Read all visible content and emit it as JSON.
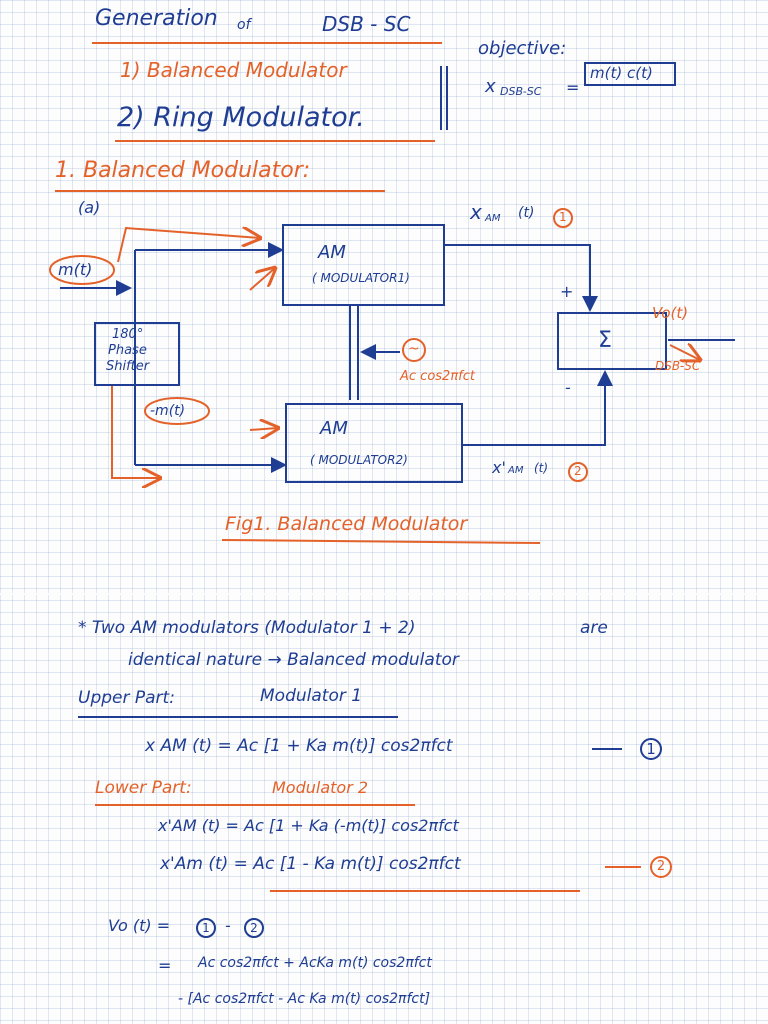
{
  "heading": {
    "title_part1": "Generation",
    "title_of": "of",
    "title_part2": "DSB - SC",
    "method1": "1) Balanced Modulator",
    "method2": "2) Ring Modulator.",
    "objective_label": "objective:",
    "objective_eq_lhs": "x",
    "objective_eq_sub": "DSB-SC",
    "objective_eq_rhs": "m(t) c(t)"
  },
  "section1": {
    "title": "1. Balanced Modulator:",
    "part": "(a)"
  },
  "diagram": {
    "input": "m(t)",
    "phase_shifter": [
      "180°",
      "Phase",
      "Shifter"
    ],
    "neg_input": "-m(t)",
    "am1_title": "AM",
    "am1_sub": "( MODULATOR1)",
    "am2_title": "AM",
    "am2_sub": "( MODULATOR2)",
    "carrier_symbol": "~",
    "carrier": "Ac cos2πfct",
    "sum_symbol": "Σ",
    "plus": "+",
    "minus": "-",
    "xam1": "x",
    "xam1_sub": "AM",
    "xam1_arg": "(t)",
    "xam1_tag": "1",
    "xam2": "x'",
    "xam2_sub": "AM",
    "xam2_arg": "(t)",
    "xam2_tag": "2",
    "output": "Vo(t)",
    "output_type": "DSB-SC",
    "caption": "Fig1. Balanced Modulator"
  },
  "notes": {
    "line1a": "* Two AM modulators (Modulator 1 + 2)",
    "line1b": "are",
    "line2": "identical nature → Balanced modulator",
    "upper_label": "Upper Part:",
    "upper_value": "Modulator 1",
    "eq1": "x AM (t) =  Ac [1 + Ka m(t)] cos2πfct",
    "eq1_tag": "1",
    "lower_label": "Lower Part:",
    "lower_value": "Modulator 2",
    "eq2a": "x'AM (t)  =  Ac [1 + Ka (-m(t)] cos2πfct",
    "eq2b": "x'Am (t)  =  Ac [1 - Ka m(t)] cos2πfct",
    "eq2_tag": "2",
    "vo_line": "Vo (t) =",
    "vo_c1": "1",
    "vo_minus": "-",
    "vo_c2": "2",
    "vo_step1_eq": "=",
    "vo_step1": "Ac cos2πfct + AcKa m(t) cos2πfct",
    "vo_step2": "- [Ac cos2πfct - Ac Ka m(t) cos2πfct]"
  },
  "colors": {
    "ink_blue": "#1f3e93",
    "ink_orange": "#e4622a",
    "grid": "#c9d5ea",
    "paper": "#fdfdfd"
  }
}
